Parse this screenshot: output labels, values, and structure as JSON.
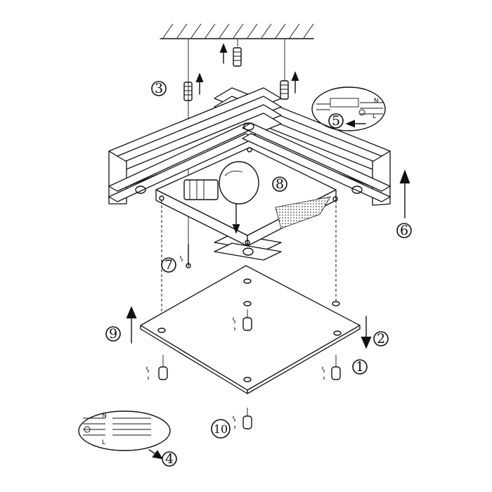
{
  "diagram": {
    "labels": [
      {
        "id": "1",
        "text": "1"
      },
      {
        "id": "2",
        "text": "2"
      },
      {
        "id": "3",
        "text": "3"
      },
      {
        "id": "4",
        "text": "4"
      },
      {
        "id": "5",
        "text": "5"
      },
      {
        "id": "6",
        "text": "6"
      },
      {
        "id": "7",
        "text": "7"
      },
      {
        "id": "8",
        "text": "8"
      },
      {
        "id": "9",
        "text": "9"
      },
      {
        "id": "10",
        "text": "10"
      }
    ],
    "wiring_top": {
      "n": "N",
      "l": "L"
    },
    "wiring_bottom": {
      "n": "N",
      "l": "L"
    }
  }
}
